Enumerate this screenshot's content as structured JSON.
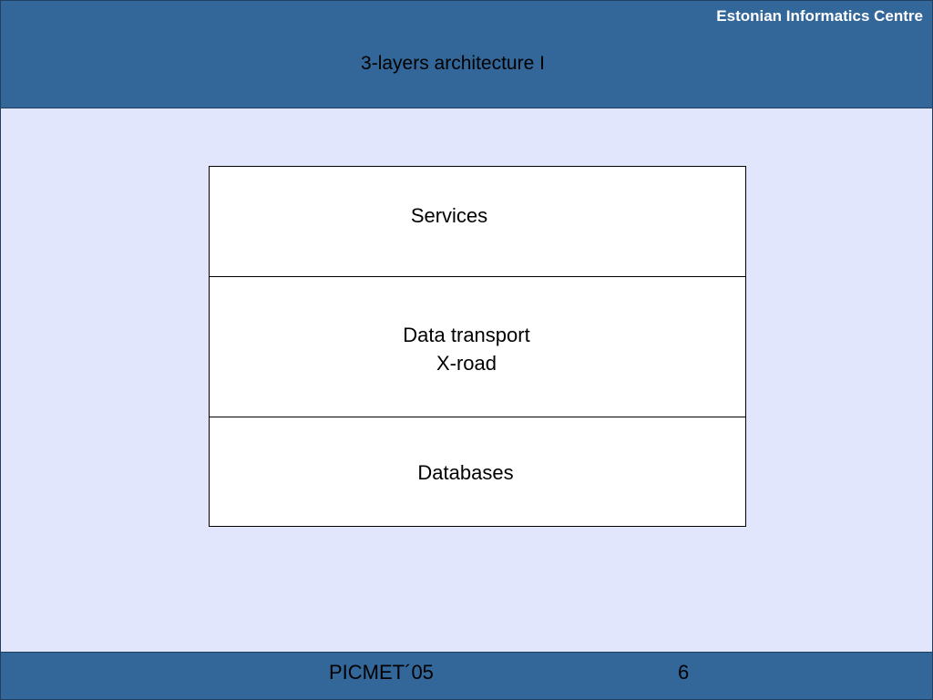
{
  "header": {
    "organization": "Estonian Informatics Centre",
    "title": "3-layers architecture I"
  },
  "diagram": {
    "layers": [
      {
        "lines": [
          "Services"
        ]
      },
      {
        "lines": [
          "Data transport",
          "X-road"
        ]
      },
      {
        "lines": [
          "Databases"
        ]
      }
    ]
  },
  "footer": {
    "conference": "PICMET´05",
    "page_number": "6"
  },
  "colors": {
    "bar": "#336699",
    "background": "#e1e6fc",
    "box_fill": "#ffffff"
  }
}
